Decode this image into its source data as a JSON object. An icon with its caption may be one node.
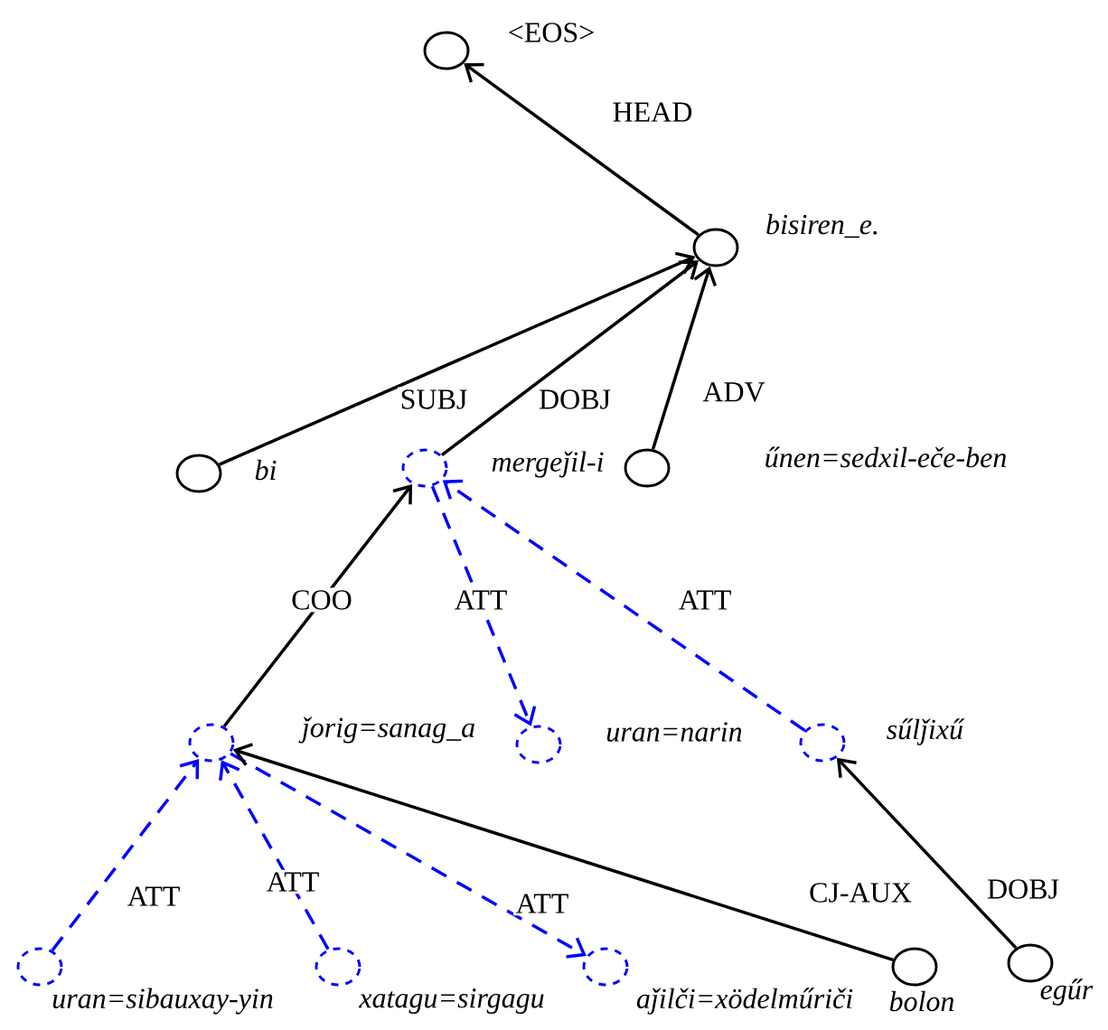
{
  "diagram": {
    "nodes": [
      {
        "text": [
          "<EOS>"
        ]
      },
      {
        "text": [
          "*bisiren_e.*"
        ]
      },
      {
        "text": [
          "*bi*"
        ]
      },
      {
        "text": [
          "*mergeǰil-i*"
        ]
      },
      {
        "text": [
          "*űnen=sedxil-eče-ben*"
        ]
      },
      {
        "text": [
          "*ǰorig=sanag_a*"
        ]
      },
      {
        "text": [
          "*uran=narin*"
        ]
      },
      {
        "text": [
          "*sűlǰixű*"
        ]
      },
      {
        "text": [
          "*uran=sibauxay-yin*"
        ]
      },
      {
        "text": [
          "*xatagu=sirgagu*"
        ]
      },
      {
        "text": [
          "*aǰilči=xödelműriči*"
        ]
      },
      {
        "text": [
          "*bolon*"
        ]
      },
      {
        "text": [
          "*egűr*"
        ]
      }
    ],
    "edges": [
      {
        "from": 1,
        "to": 0,
        "arrow": "to",
        "label": "HEAD"
      },
      {
        "from": 2,
        "to": 1,
        "arrow": "to",
        "label": "SUBJ"
      },
      {
        "from": 3,
        "to": 1,
        "arrow": "to",
        "label": "DOBJ"
      },
      {
        "from": 4,
        "to": 1,
        "arrow": "to",
        "label": "ADV"
      },
      {
        "from": 5,
        "to": 3,
        "arrow": "to",
        "label": "COO"
      },
      {
        "from": 3,
        "to": 6,
        "arrow": "to",
        "label": "ATT",
        "style": "dashed",
        "color": "#0000ff"
      },
      {
        "from": 7,
        "to": 3,
        "arrow": "to",
        "label": "ATT",
        "style": "dashed",
        "color": "#0000ff"
      },
      {
        "from": 8,
        "to": 5,
        "arrow": "to",
        "label": "ATT",
        "style": "dashed",
        "color": "#0000ff"
      },
      {
        "from": 9,
        "to": 5,
        "arrow": "to",
        "label": "ATT",
        "style": "dashed",
        "color": "#0000ff"
      },
      {
        "from": 5,
        "to": 10,
        "arrow": "to",
        "label": "ATT",
        "style": "dashed",
        "color": "#0000ff"
      },
      {
        "from": 11,
        "to": 5,
        "arrow": "to",
        "label": "CJ-AUX"
      },
      {
        "from": 12,
        "to": 7,
        "arrow": "to",
        "label": "DOBJ"
      }
    ]
  }
}
